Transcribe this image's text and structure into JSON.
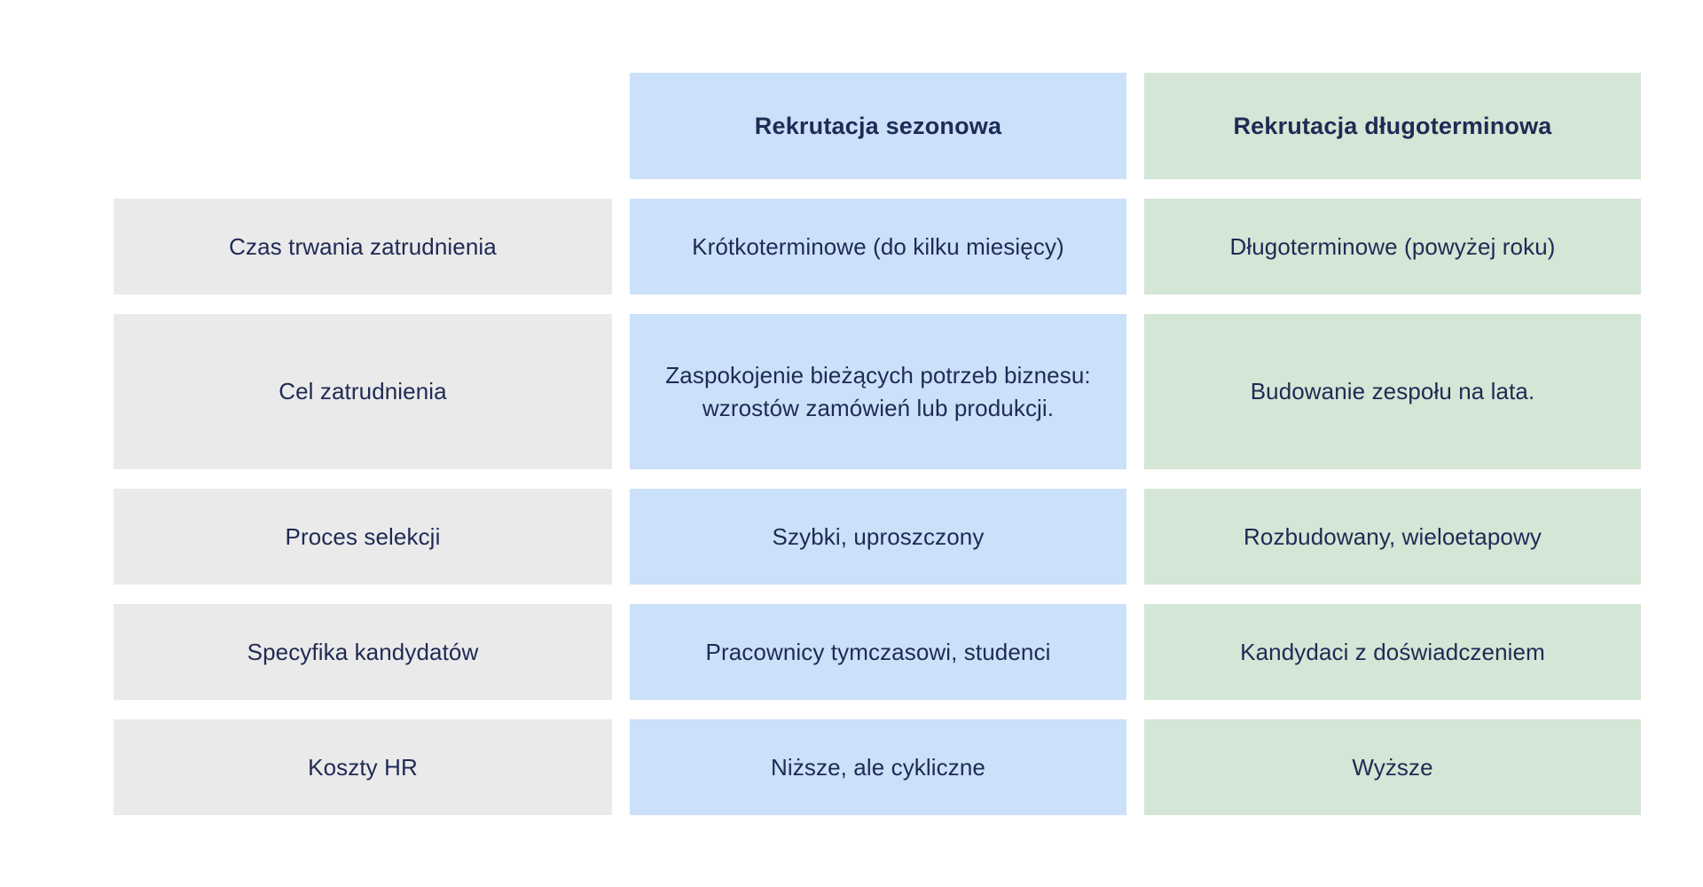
{
  "palette": {
    "background": "#ffffff",
    "label_cell": "#eaeaea",
    "column_a": "#cbe0f9",
    "column_b": "#d4e6d5",
    "text": "#1f2a55"
  },
  "table": {
    "headers": {
      "label_column": "",
      "column_a": "Rekrutacja sezonowa",
      "column_b": "Rekrutacja długoterminowa"
    },
    "rows": [
      {
        "label": "Czas trwania zatrudnienia",
        "column_a": "Krótkoterminowe (do kilku miesięcy)",
        "column_b": "Długoterminowe (powyżej roku)"
      },
      {
        "label": "Cel zatrudnienia",
        "column_a": "Zaspokojenie bieżących potrzeb biznesu: wzrostów zamówień lub produkcji.",
        "column_b": "Budowanie zespołu na lata."
      },
      {
        "label": "Proces selekcji",
        "column_a": "Szybki, uproszczony",
        "column_b": "Rozbudowany, wieloetapowy"
      },
      {
        "label": "Specyfika kandydatów",
        "column_a": "Pracownicy tymczasowi, studenci",
        "column_b": "Kandydaci z doświadczeniem"
      },
      {
        "label": "Koszty HR",
        "column_a": "Niższe, ale cykliczne",
        "column_b": "Wyższe"
      }
    ]
  }
}
